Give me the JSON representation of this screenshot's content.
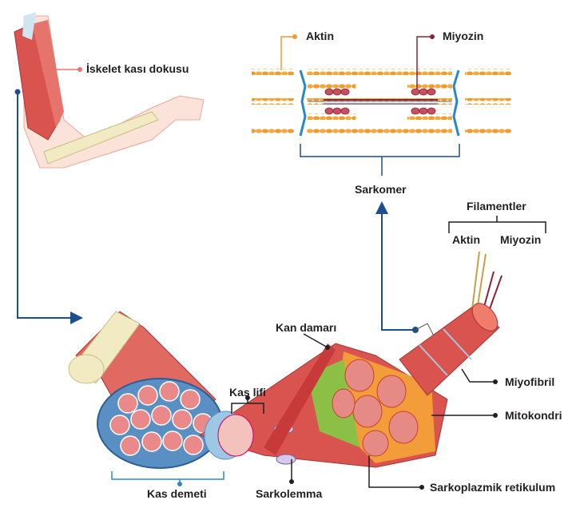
{
  "labels": {
    "skeletal_tissue": "İskelet kası dokusu",
    "actin_top": "Aktin",
    "myosin_top": "Miyozin",
    "sarcomere": "Sarkomer",
    "filaments": "Filamentler",
    "actin_filament": "Aktin",
    "myosin_filament": "Miyozin",
    "blood_vessel": "Kan damarı",
    "muscle_fiber": "Kas lifi",
    "myofibril": "Miyofibril",
    "mitochondria": "Mitokondri",
    "muscle_bundle": "Kas demeti",
    "sarcolemma": "Sarkolemma",
    "sarcoplasmic_reticulum": "Sarkoplazmik retikulum"
  },
  "colors": {
    "actin": "#f39a2e",
    "myosin": "#8b2335",
    "z_line": "#2a86c6",
    "flow_arrow": "#1f4e8c",
    "muscle": "#d9534f",
    "leader": "#231f20"
  }
}
